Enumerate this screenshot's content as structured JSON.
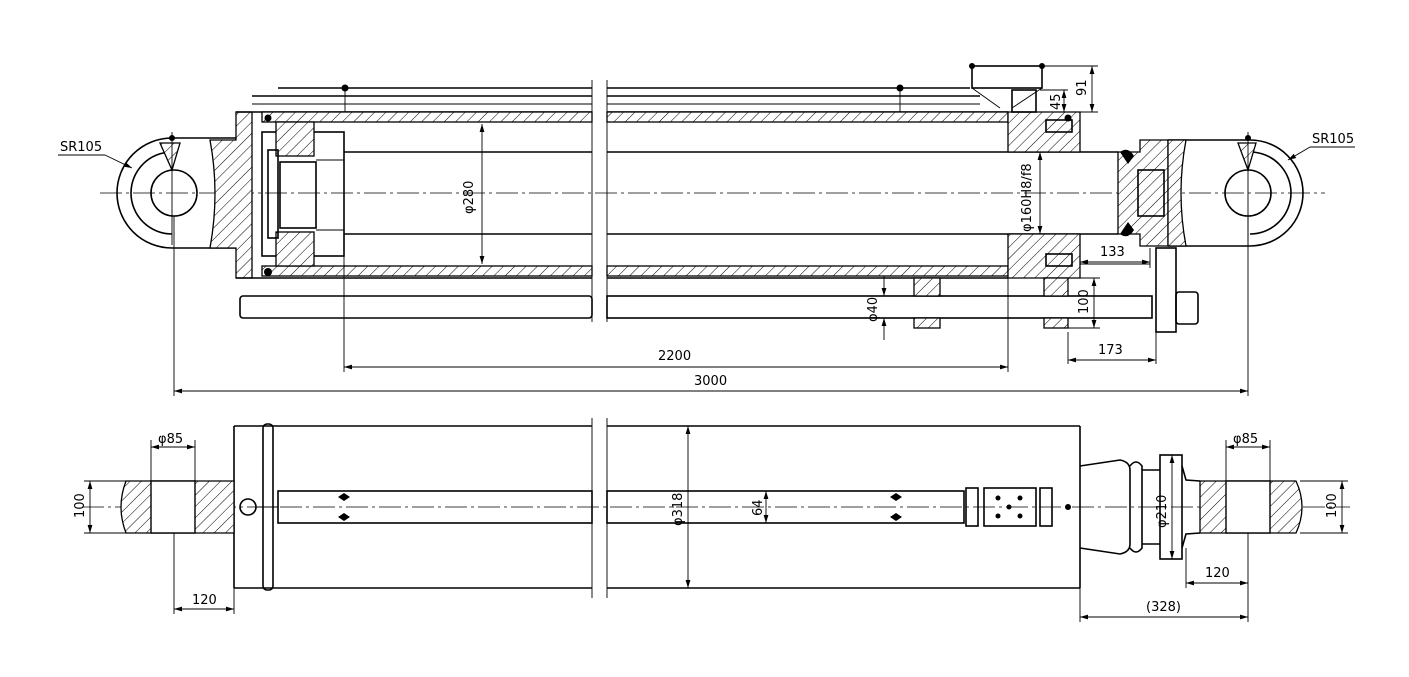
{
  "drawing": {
    "top_view": {
      "dimensions": {
        "sr_left": "SR105",
        "sr_right": "SR105",
        "bore": "φ280",
        "rod": "φ160H8/f8",
        "pipe": "φ40",
        "d45": "45",
        "d91": "91",
        "d133": "133",
        "d100": "100",
        "d173": "173",
        "stroke": "2200",
        "total": "3000"
      }
    },
    "bottom_view": {
      "dimensions": {
        "pin_left": "φ85",
        "pin_right": "φ85",
        "width_left": "100",
        "width_right": "100",
        "outer": "φ318",
        "slot": "64",
        "rod_head": "φ210",
        "offset_left": "120",
        "offset_right": "120",
        "rod_extension": "(328)"
      }
    }
  }
}
